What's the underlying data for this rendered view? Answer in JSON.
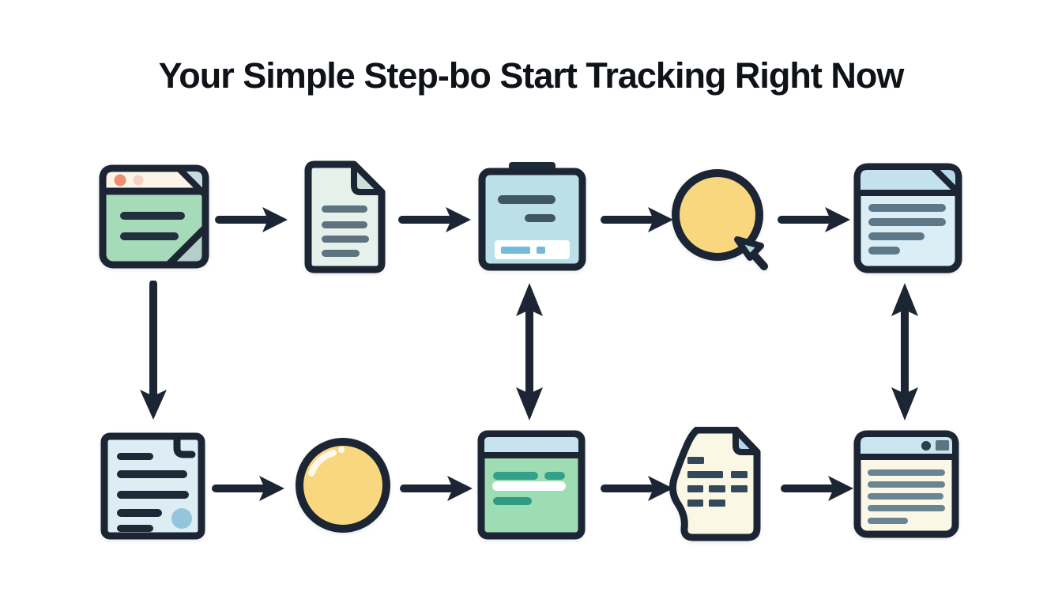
{
  "title": "Your Simple Step-bo Start Tracking Right Now",
  "flow": {
    "top_row_steps": [
      {
        "icon": "sticky-note-browser-icon"
      },
      {
        "icon": "text-document-icon"
      },
      {
        "icon": "form-clipboard-icon"
      },
      {
        "icon": "click-circle-cursor-icon"
      },
      {
        "icon": "note-report-icon"
      }
    ],
    "bottom_row_steps": [
      {
        "icon": "stamped-document-icon"
      },
      {
        "icon": "plain-circle-icon"
      },
      {
        "icon": "green-browser-window-icon"
      },
      {
        "icon": "data-table-sheet-icon"
      },
      {
        "icon": "browser-report-icon"
      }
    ],
    "connectors": {
      "horizontal_arrow_count": 8,
      "vertical_down_arrow_count": 1,
      "vertical_double_arrow_count": 2
    }
  },
  "colors": {
    "background": "#ffffff",
    "outline": "#1c2533",
    "title_text": "#0f1318",
    "mint_green": "#a6dbb9",
    "pale_mint": "#e7f1ec",
    "cream": "#faf5e6",
    "salmon_dot": "#ee8d70",
    "faded_dot": "#f5d3c4",
    "light_blue_header": "#c3e1ef",
    "pale_blue": "#dceef5",
    "sky_header": "#c9e6ef",
    "yellow": "#f8d77e",
    "teal_bar": "#35a089",
    "slate_line": "#5d7480",
    "dark_line": "#22303e",
    "stamp_blue": "#93c5de",
    "cursor_teal": "#abdcd6",
    "form_blue": "#72bbd9"
  }
}
